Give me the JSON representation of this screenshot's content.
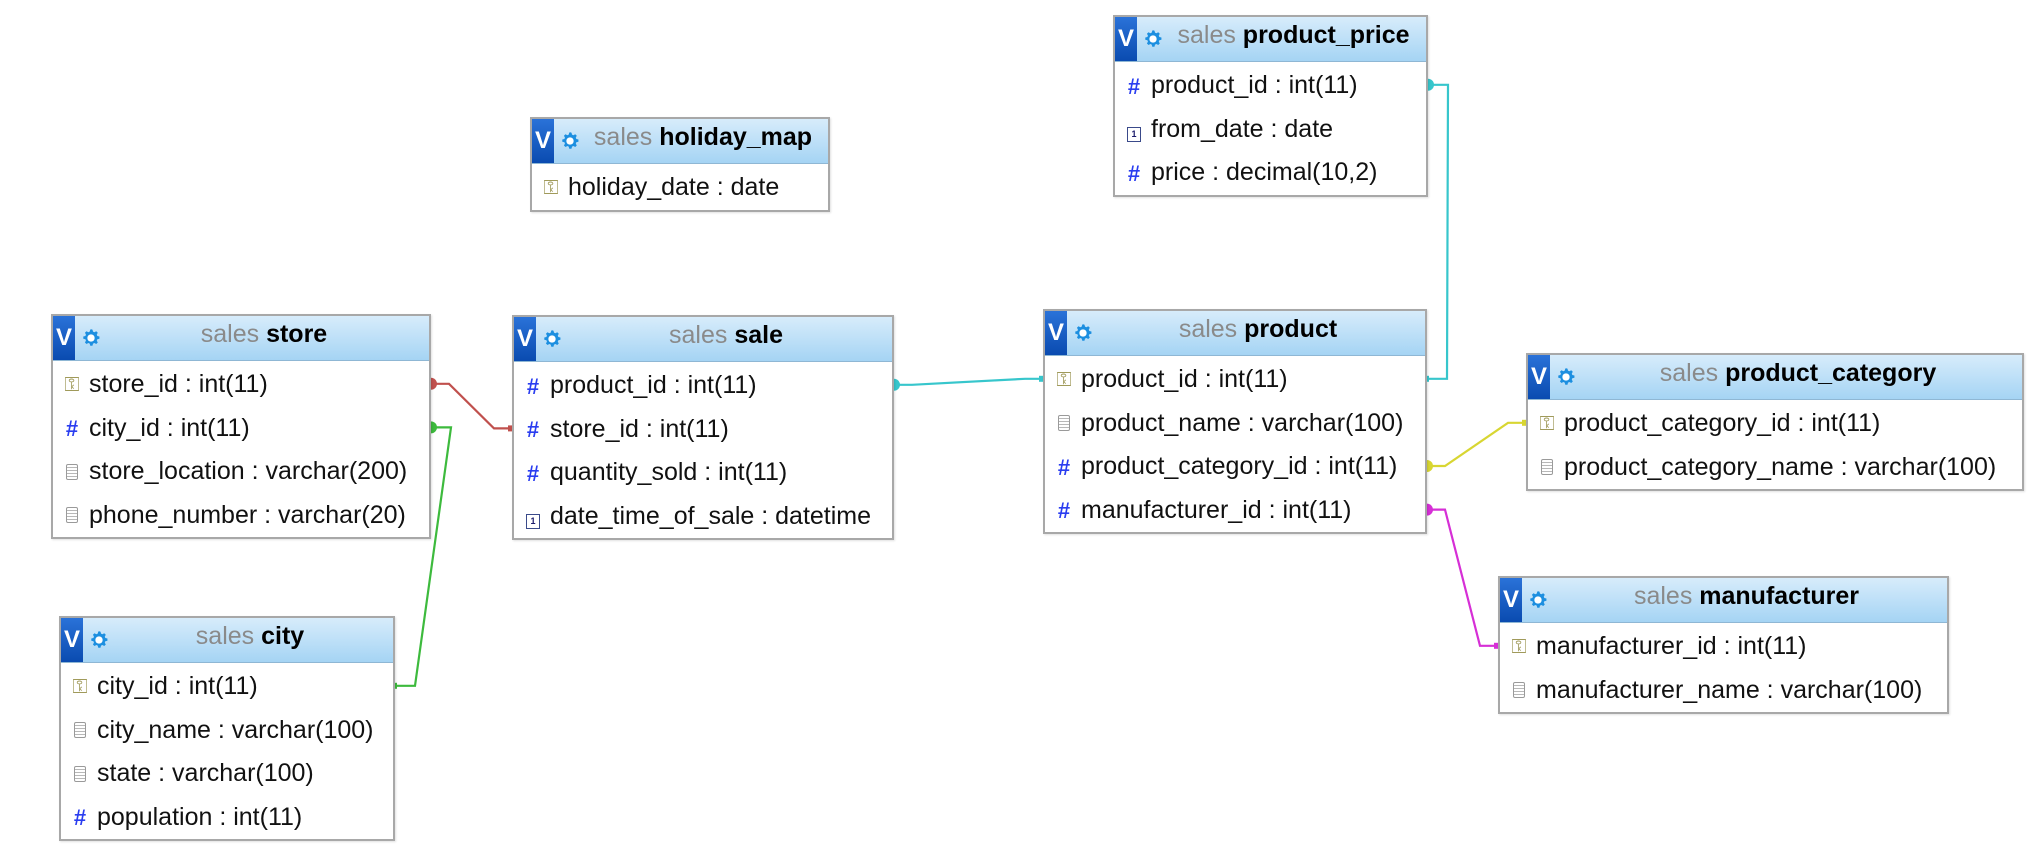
{
  "tables": [
    {
      "key": "store",
      "db": "sales",
      "name": "store",
      "columns": [
        {
          "icon": "key-icon",
          "text": "store_id : int(11)"
        },
        {
          "icon": "number-icon",
          "text": "city_id : int(11)"
        },
        {
          "icon": "text-icon",
          "text": "store_location : varchar(200)"
        },
        {
          "icon": "text-icon",
          "text": "phone_number : varchar(20)"
        }
      ]
    },
    {
      "key": "sale",
      "db": "sales",
      "name": "sale",
      "columns": [
        {
          "icon": "number-icon",
          "text": "product_id : int(11)"
        },
        {
          "icon": "number-icon",
          "text": "store_id : int(11)"
        },
        {
          "icon": "number-icon",
          "text": "quantity_sold : int(11)"
        },
        {
          "icon": "date-icon",
          "text": "date_time_of_sale : datetime"
        }
      ]
    },
    {
      "key": "holiday_map",
      "db": "sales",
      "name": "holiday_map",
      "columns": [
        {
          "icon": "key-icon",
          "text": "holiday_date : date"
        }
      ]
    },
    {
      "key": "product_price",
      "db": "sales",
      "name": "product_price",
      "columns": [
        {
          "icon": "number-icon",
          "text": "product_id : int(11)"
        },
        {
          "icon": "date-icon",
          "text": "from_date : date"
        },
        {
          "icon": "number-icon",
          "text": "price : decimal(10,2)"
        }
      ]
    },
    {
      "key": "product",
      "db": "sales",
      "name": "product",
      "columns": [
        {
          "icon": "key-icon",
          "text": "product_id : int(11)"
        },
        {
          "icon": "text-icon",
          "text": "product_name : varchar(100)"
        },
        {
          "icon": "number-icon",
          "text": "product_category_id : int(11)"
        },
        {
          "icon": "number-icon",
          "text": "manufacturer_id : int(11)"
        }
      ]
    },
    {
      "key": "product_category",
      "db": "sales",
      "name": "product_category",
      "columns": [
        {
          "icon": "key-icon",
          "text": "product_category_id : int(11)"
        },
        {
          "icon": "text-icon",
          "text": "product_category_name : varchar(100)"
        }
      ]
    },
    {
      "key": "manufacturer",
      "db": "sales",
      "name": "manufacturer",
      "columns": [
        {
          "icon": "key-icon",
          "text": "manufacturer_id : int(11)"
        },
        {
          "icon": "text-icon",
          "text": "manufacturer_name : varchar(100)"
        }
      ]
    },
    {
      "key": "city",
      "db": "sales",
      "name": "city",
      "columns": [
        {
          "icon": "key-icon",
          "text": "city_id : int(11)"
        },
        {
          "icon": "text-icon",
          "text": "city_name : varchar(100)"
        },
        {
          "icon": "text-icon",
          "text": "state : varchar(100)"
        },
        {
          "icon": "number-icon",
          "text": "population : int(11)"
        }
      ]
    }
  ],
  "relations": [
    {
      "from_table": "store",
      "from_col": 0,
      "to_table": "sale",
      "to_col": 1,
      "color": "#c0504d"
    },
    {
      "from_table": "sale",
      "from_col": 0,
      "to_table": "product",
      "to_col": 0,
      "color": "#37c6cc"
    },
    {
      "from_table": "product_price",
      "from_col": 0,
      "to_table": "product",
      "to_col": 0,
      "color": "#37c6cc"
    },
    {
      "from_table": "product",
      "from_col": 2,
      "to_table": "product_category",
      "to_col": 0,
      "color": "#d8d632"
    },
    {
      "from_table": "product",
      "from_col": 3,
      "to_table": "manufacturer",
      "to_col": 0,
      "color": "#d62fd6"
    },
    {
      "from_table": "store",
      "from_col": 1,
      "to_table": "city",
      "to_col": 0,
      "color": "#3dba3d"
    }
  ],
  "toggle_label": "V"
}
